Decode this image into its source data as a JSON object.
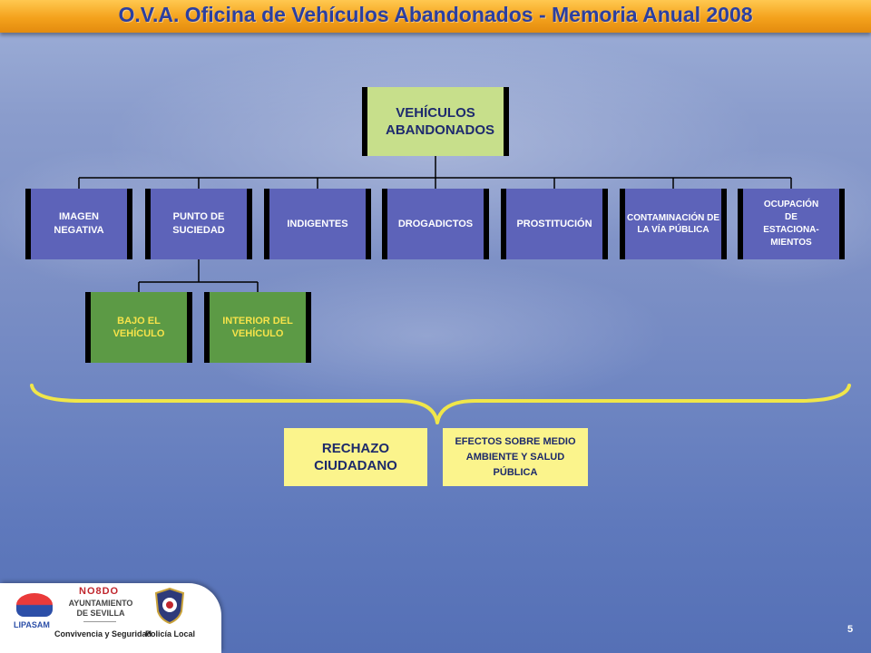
{
  "header": {
    "title": "O.V.A.  Oficina de Vehículos Abandonados - Memoria Anual 2008"
  },
  "diagram": {
    "root": "VEHÍCULOS ABANDONADOS",
    "level1": [
      "IMAGEN NEGATIVA",
      "PUNTO DE SUCIEDAD",
      "INDIGENTES",
      "DROGADICTOS",
      "PROSTITUCIÓN",
      "CONTAMINACIÓN DE LA VÍA PÚBLICA",
      "OCUPACIÓN DE ESTACIONA-MIENTOS"
    ],
    "level2": [
      "BAJO EL VEHÍCULO",
      "INTERIOR DEL VEHÍCULO"
    ],
    "outcomes": [
      "RECHAZO CIUDADANO",
      "EFECTOS SOBRE MEDIO AMBIENTE Y SALUD PÚBLICA"
    ]
  },
  "footer": {
    "lipasam": "LIPASAM",
    "nodo": "NO8DO",
    "ayuntamiento": "AYUNTAMIENTO DE SEVILLA",
    "convivencia": "Convivencia y Seguridad",
    "policia": "Policía Local",
    "page_number": "5"
  },
  "colors": {
    "title_bar": "#f4a21c",
    "title_text": "#2b3fa0",
    "root_fill": "#c7df8b",
    "level1_fill": "#5d63b9",
    "level2_fill": "#5c9a45",
    "level2_text": "#f7e34a",
    "outcome_fill": "#fbf48c",
    "brace": "#f0e64a"
  },
  "icons": [
    "lipasam-logo-icon",
    "policia-badge-icon"
  ]
}
